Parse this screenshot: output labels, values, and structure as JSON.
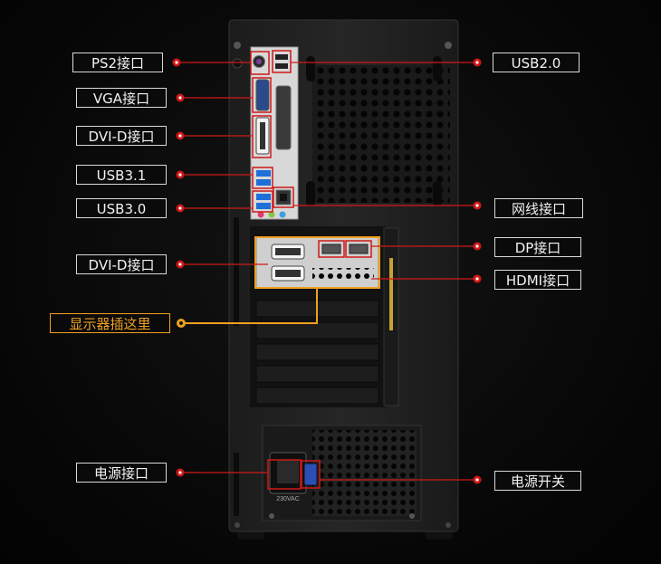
{
  "labels": {
    "ps2": "PS2接口",
    "vga": "VGA接口",
    "dvi_top": "DVI-D接口",
    "usb31": "USB3.1",
    "usb30": "USB3.0",
    "dvi_gpu": "DVI-D接口",
    "display_here": "显示器插这里",
    "power_port": "电源接口",
    "usb20": "USB2.0",
    "lan": "网线接口",
    "dp": "DP接口",
    "hdmi": "HDMI接口",
    "power_switch": "电源开关"
  },
  "psu_rating": "230VAC",
  "colors": {
    "pointer": "#d01818",
    "highlight": "#f0a020",
    "usb3": "#1e6fd9"
  }
}
